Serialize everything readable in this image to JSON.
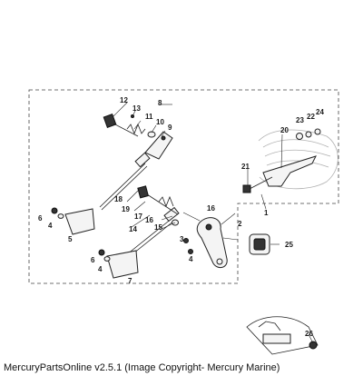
{
  "callouts": {
    "c1": "1",
    "c2": "2",
    "c3": "3",
    "c4a": "4",
    "c4b": "4",
    "c4c": "4",
    "c5": "5",
    "c6a": "6",
    "c6b": "6",
    "c7": "7",
    "c8": "8",
    "c9": "9",
    "c10": "10",
    "c11": "11",
    "c12": "12",
    "c13": "13",
    "c14": "14",
    "c15": "15",
    "c16a": "16",
    "c16b": "16",
    "c17": "17",
    "c18": "18",
    "c19": "19",
    "c20": "20",
    "c21": "21",
    "c22": "22",
    "c23": "23",
    "c24": "24",
    "c25": "25",
    "c26": "26"
  },
  "footer": "MercuryPartsOnline v2.5.1 (Image Copyright- Mercury Marine)"
}
